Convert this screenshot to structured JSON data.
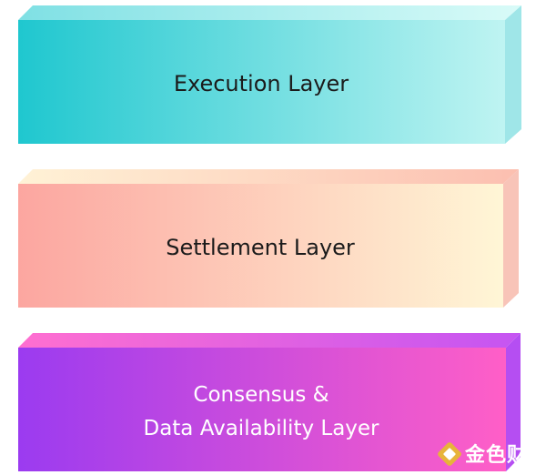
{
  "layers": [
    {
      "label": "Execution Layer",
      "colors": {
        "front_start": "#1fc7cf",
        "front_end": "#bff4f2",
        "top": "#8fe3e7",
        "side": "#7ad8dc"
      }
    },
    {
      "label": "Settlement Layer",
      "colors": {
        "front_start": "#fca6a0",
        "front_end": "#fff6d6",
        "top": "#fde6cc",
        "side": "#f7b8ae"
      }
    },
    {
      "label_line1": "Consensus &",
      "label_line2": "Data Availability Layer",
      "colors": {
        "front_start": "#9b3bf0",
        "front_end": "#ff5fc7",
        "top": "#f07be0",
        "side": "#b84af0"
      }
    }
  ],
  "watermark": {
    "text": "金色财经",
    "colors": {
      "icon": "#e7b43a"
    }
  }
}
